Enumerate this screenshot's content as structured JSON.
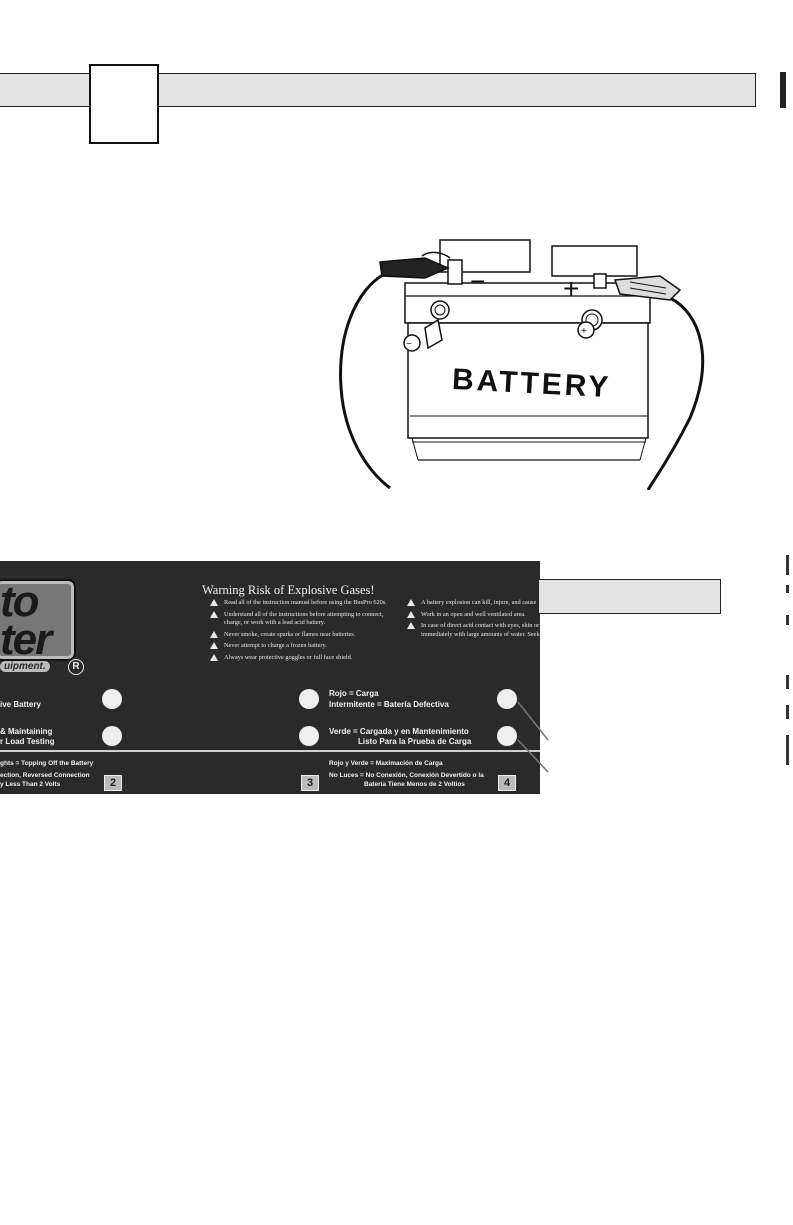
{
  "battery_label": "BATTERY",
  "terminals": {
    "negative": "−",
    "positive": "+"
  },
  "panel": {
    "logo_text_line1": "to",
    "logo_text_line2": "ter",
    "logo_sub": "uipment.",
    "registered": "R",
    "warning_title": "Warning Risk of Explosive Gases!",
    "warnings_left": [
      [
        "Read all of the instruction manual before using the BusPro 620s."
      ],
      [
        "Understand all of the instructions before attempting to connect,",
        "charge, or work with a lead acid battery."
      ],
      [
        "Never smoke, create sparks or flames near batteries."
      ],
      [
        "Never attempt to charge a frozen battery."
      ],
      [
        "Always wear protective goggles or full face shield."
      ]
    ],
    "warnings_right": [
      [
        "A battery explosion can kill, injure, and cause prop"
      ],
      [
        "Work in an open and well ventilated area."
      ],
      [
        "In case of direct acid contact with eyes, skin or clot",
        "immediately with large amounts of water.   Seek m"
      ]
    ],
    "labels": {
      "row1_left": "ive Battery",
      "row2_left_1": "& Maintaining",
      "row2_left_2": "r Load Testing",
      "row1_mid_1": "Rojo = Carga",
      "row1_mid_2": "Intermitente = Batería Defectiva",
      "row2_mid_1": "Verde = Cargada y en Mantenimiento",
      "row2_mid_2": "Listo Para la Prueba de Carga",
      "bottom_left_1": "ghts = Topping Off the Battery",
      "bottom_left_2": "ection, Reversed  Connection",
      "bottom_left_3": "y Less Than 2 Volts",
      "bottom_mid_1": "Rojo y Verde = Maximación de Carga",
      "bottom_mid_2": "No Luces = No Conexión, Conexión Devertido o la",
      "bottom_mid_3": "Batería Tiene Menos de 2 Voltios"
    },
    "numbers": [
      "2",
      "3",
      "4"
    ]
  }
}
